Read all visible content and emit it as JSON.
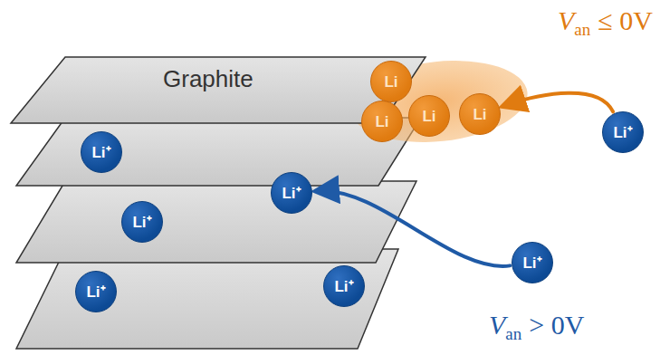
{
  "diagram": {
    "nodes": [
      {
        "text": [
          "Graphite"
        ]
      },
      {
        "text": [
          "Li"
        ]
      },
      {
        "text": [
          "Li"
        ]
      },
      {
        "text": [
          "Li"
        ]
      },
      {
        "text": [
          "Li"
        ]
      },
      {
        "text": [
          "Li⁺"
        ]
      },
      {
        "text": [
          "Li⁺"
        ]
      },
      {
        "text": [
          "Li⁺"
        ]
      },
      {
        "text": [
          "Li⁺"
        ]
      },
      {
        "text": [
          "Li⁺"
        ]
      },
      {
        "text": [
          "Li⁺"
        ]
      },
      {
        "text": [
          "Li⁺"
        ]
      }
    ],
    "edges": [
      {
        "from": 5,
        "to": 4,
        "arrow": "to"
      },
      {
        "from": 9,
        "to": 7,
        "arrow": "to"
      }
    ],
    "labels": [
      "V",
      "an",
      "≤ 0V",
      "V",
      "an",
      "> 0V"
    ]
  }
}
